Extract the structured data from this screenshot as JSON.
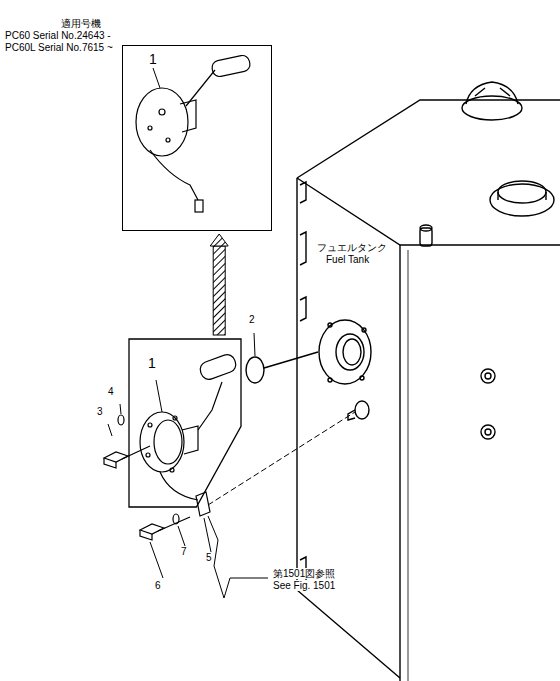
{
  "diagram": {
    "nodes": [
      {
        "text": [
          "適用号機",
          "PC60 Serial No.24643 -",
          "PC60L Serial No.7615 ~",
          "1"
        ]
      },
      {
        "text": [
          "1"
        ]
      }
    ],
    "edges": [
      {
        "from": 1,
        "to": 0,
        "arrow": "to"
      }
    ],
    "labels": [
      "2",
      "3",
      "4",
      "5",
      "6",
      "7",
      "フュエルタンク",
      "Fuel Tank",
      "第1501図参照",
      "See Fig. 1501"
    ]
  }
}
